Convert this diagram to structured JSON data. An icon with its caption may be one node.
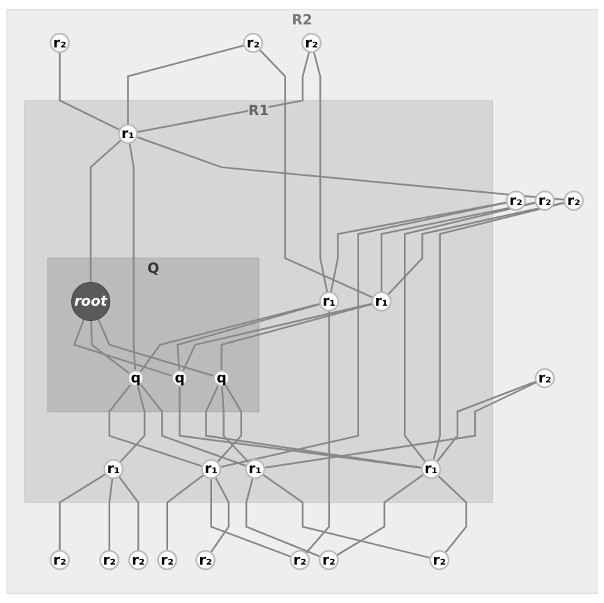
{
  "diagram": {
    "nodes": [
      {
        "text": [
          "R2"
        ]
      },
      {
        "text": [
          "R1"
        ],
        "in": 0
      },
      {
        "text": [
          "Q"
        ],
        "in": 1
      },
      {
        "text": [
          "root"
        ],
        "in": 2
      },
      {
        "text": [
          "q"
        ],
        "in": 2
      },
      {
        "text": [
          "q"
        ],
        "in": 2
      },
      {
        "text": [
          "q"
        ],
        "in": 2
      },
      {
        "text": [
          "r₁"
        ],
        "in": 1
      },
      {
        "text": [
          "r₁"
        ],
        "in": 1
      },
      {
        "text": [
          "r₁"
        ],
        "in": 1
      },
      {
        "text": [
          "r₁"
        ],
        "in": 1
      },
      {
        "text": [
          "r₁"
        ],
        "in": 1
      },
      {
        "text": [
          "r₁"
        ],
        "in": 1
      },
      {
        "text": [
          "r₁"
        ],
        "in": 1
      },
      {
        "text": [
          "r₂"
        ],
        "in": 0
      },
      {
        "text": [
          "r₂"
        ],
        "in": 0
      },
      {
        "text": [
          "r₂"
        ],
        "in": 0
      },
      {
        "text": [
          "r₂"
        ],
        "in": 0
      },
      {
        "text": [
          "r₂"
        ],
        "in": 0
      },
      {
        "text": [
          "r₂"
        ],
        "in": 0
      },
      {
        "text": [
          "r₂"
        ],
        "in": 0
      },
      {
        "text": [
          "r₂"
        ],
        "in": 0
      },
      {
        "text": [
          "r₂"
        ],
        "in": 0
      },
      {
        "text": [
          "r₂"
        ],
        "in": 0
      },
      {
        "text": [
          "r₂"
        ],
        "in": 0
      },
      {
        "text": [
          "r₂"
        ],
        "in": 0
      },
      {
        "text": [
          "r₂"
        ],
        "in": 0
      },
      {
        "text": [
          "r₂"
        ],
        "in": 0
      },
      {
        "text": [
          "r₂"
        ],
        "in": 0
      }
    ],
    "edges": [
      {
        "from": 3,
        "to": 4,
        "arrow": "none"
      },
      {
        "from": 3,
        "to": 5,
        "arrow": "none"
      },
      {
        "from": 3,
        "to": 6,
        "arrow": "none"
      },
      {
        "from": 7,
        "to": 3,
        "arrow": "none"
      },
      {
        "from": 7,
        "to": 5,
        "arrow": "none"
      },
      {
        "from": 8,
        "to": 5,
        "arrow": "none"
      },
      {
        "from": 8,
        "to": 4,
        "arrow": "none"
      },
      {
        "from": 9,
        "to": 4,
        "arrow": "none"
      },
      {
        "from": 9,
        "to": 6,
        "arrow": "none"
      },
      {
        "from": 4,
        "to": 10,
        "arrow": "none"
      },
      {
        "from": 6,
        "to": 10,
        "arrow": "none"
      },
      {
        "from": 6,
        "to": 13,
        "arrow": "none"
      },
      {
        "from": 6,
        "to": 11,
        "arrow": "none"
      },
      {
        "from": 5,
        "to": 11,
        "arrow": "none"
      },
      {
        "from": 5,
        "to": 12,
        "arrow": "none"
      },
      {
        "from": 5,
        "to": 13,
        "arrow": "none"
      },
      {
        "from": 14,
        "to": 7,
        "arrow": "none"
      },
      {
        "from": 15,
        "to": 7,
        "arrow": "none"
      },
      {
        "from": 16,
        "to": 7,
        "arrow": "none"
      },
      {
        "from": 7,
        "to": 17,
        "arrow": "none"
      },
      {
        "from": 16,
        "to": 8,
        "arrow": "none"
      },
      {
        "from": 18,
        "to": 8,
        "arrow": "none"
      },
      {
        "from": 8,
        "to": 22,
        "arrow": "none"
      },
      {
        "from": 15,
        "to": 9,
        "arrow": "none"
      },
      {
        "from": 17,
        "to": 9,
        "arrow": "none"
      },
      {
        "from": 19,
        "to": 9,
        "arrow": "none"
      },
      {
        "from": 17,
        "to": 10,
        "arrow": "none"
      },
      {
        "from": 19,
        "to": 10,
        "arrow": "none"
      },
      {
        "from": 20,
        "to": 10,
        "arrow": "none"
      },
      {
        "from": 10,
        "to": 23,
        "arrow": "none"
      },
      {
        "from": 10,
        "to": 25,
        "arrow": "none"
      },
      {
        "from": 20,
        "to": 13,
        "arrow": "none"
      },
      {
        "from": 13,
        "to": 23,
        "arrow": "none"
      },
      {
        "from": 13,
        "to": 25,
        "arrow": "none"
      },
      {
        "from": 12,
        "to": 27,
        "arrow": "none"
      },
      {
        "from": 12,
        "to": 26,
        "arrow": "none"
      },
      {
        "from": 12,
        "to": 28,
        "arrow": "none"
      },
      {
        "from": 18,
        "to": 11,
        "arrow": "none"
      },
      {
        "from": 11,
        "to": 21,
        "arrow": "none"
      },
      {
        "from": 11,
        "to": 22,
        "arrow": "none"
      },
      {
        "from": 11,
        "to": 24,
        "arrow": "none"
      }
    ]
  }
}
